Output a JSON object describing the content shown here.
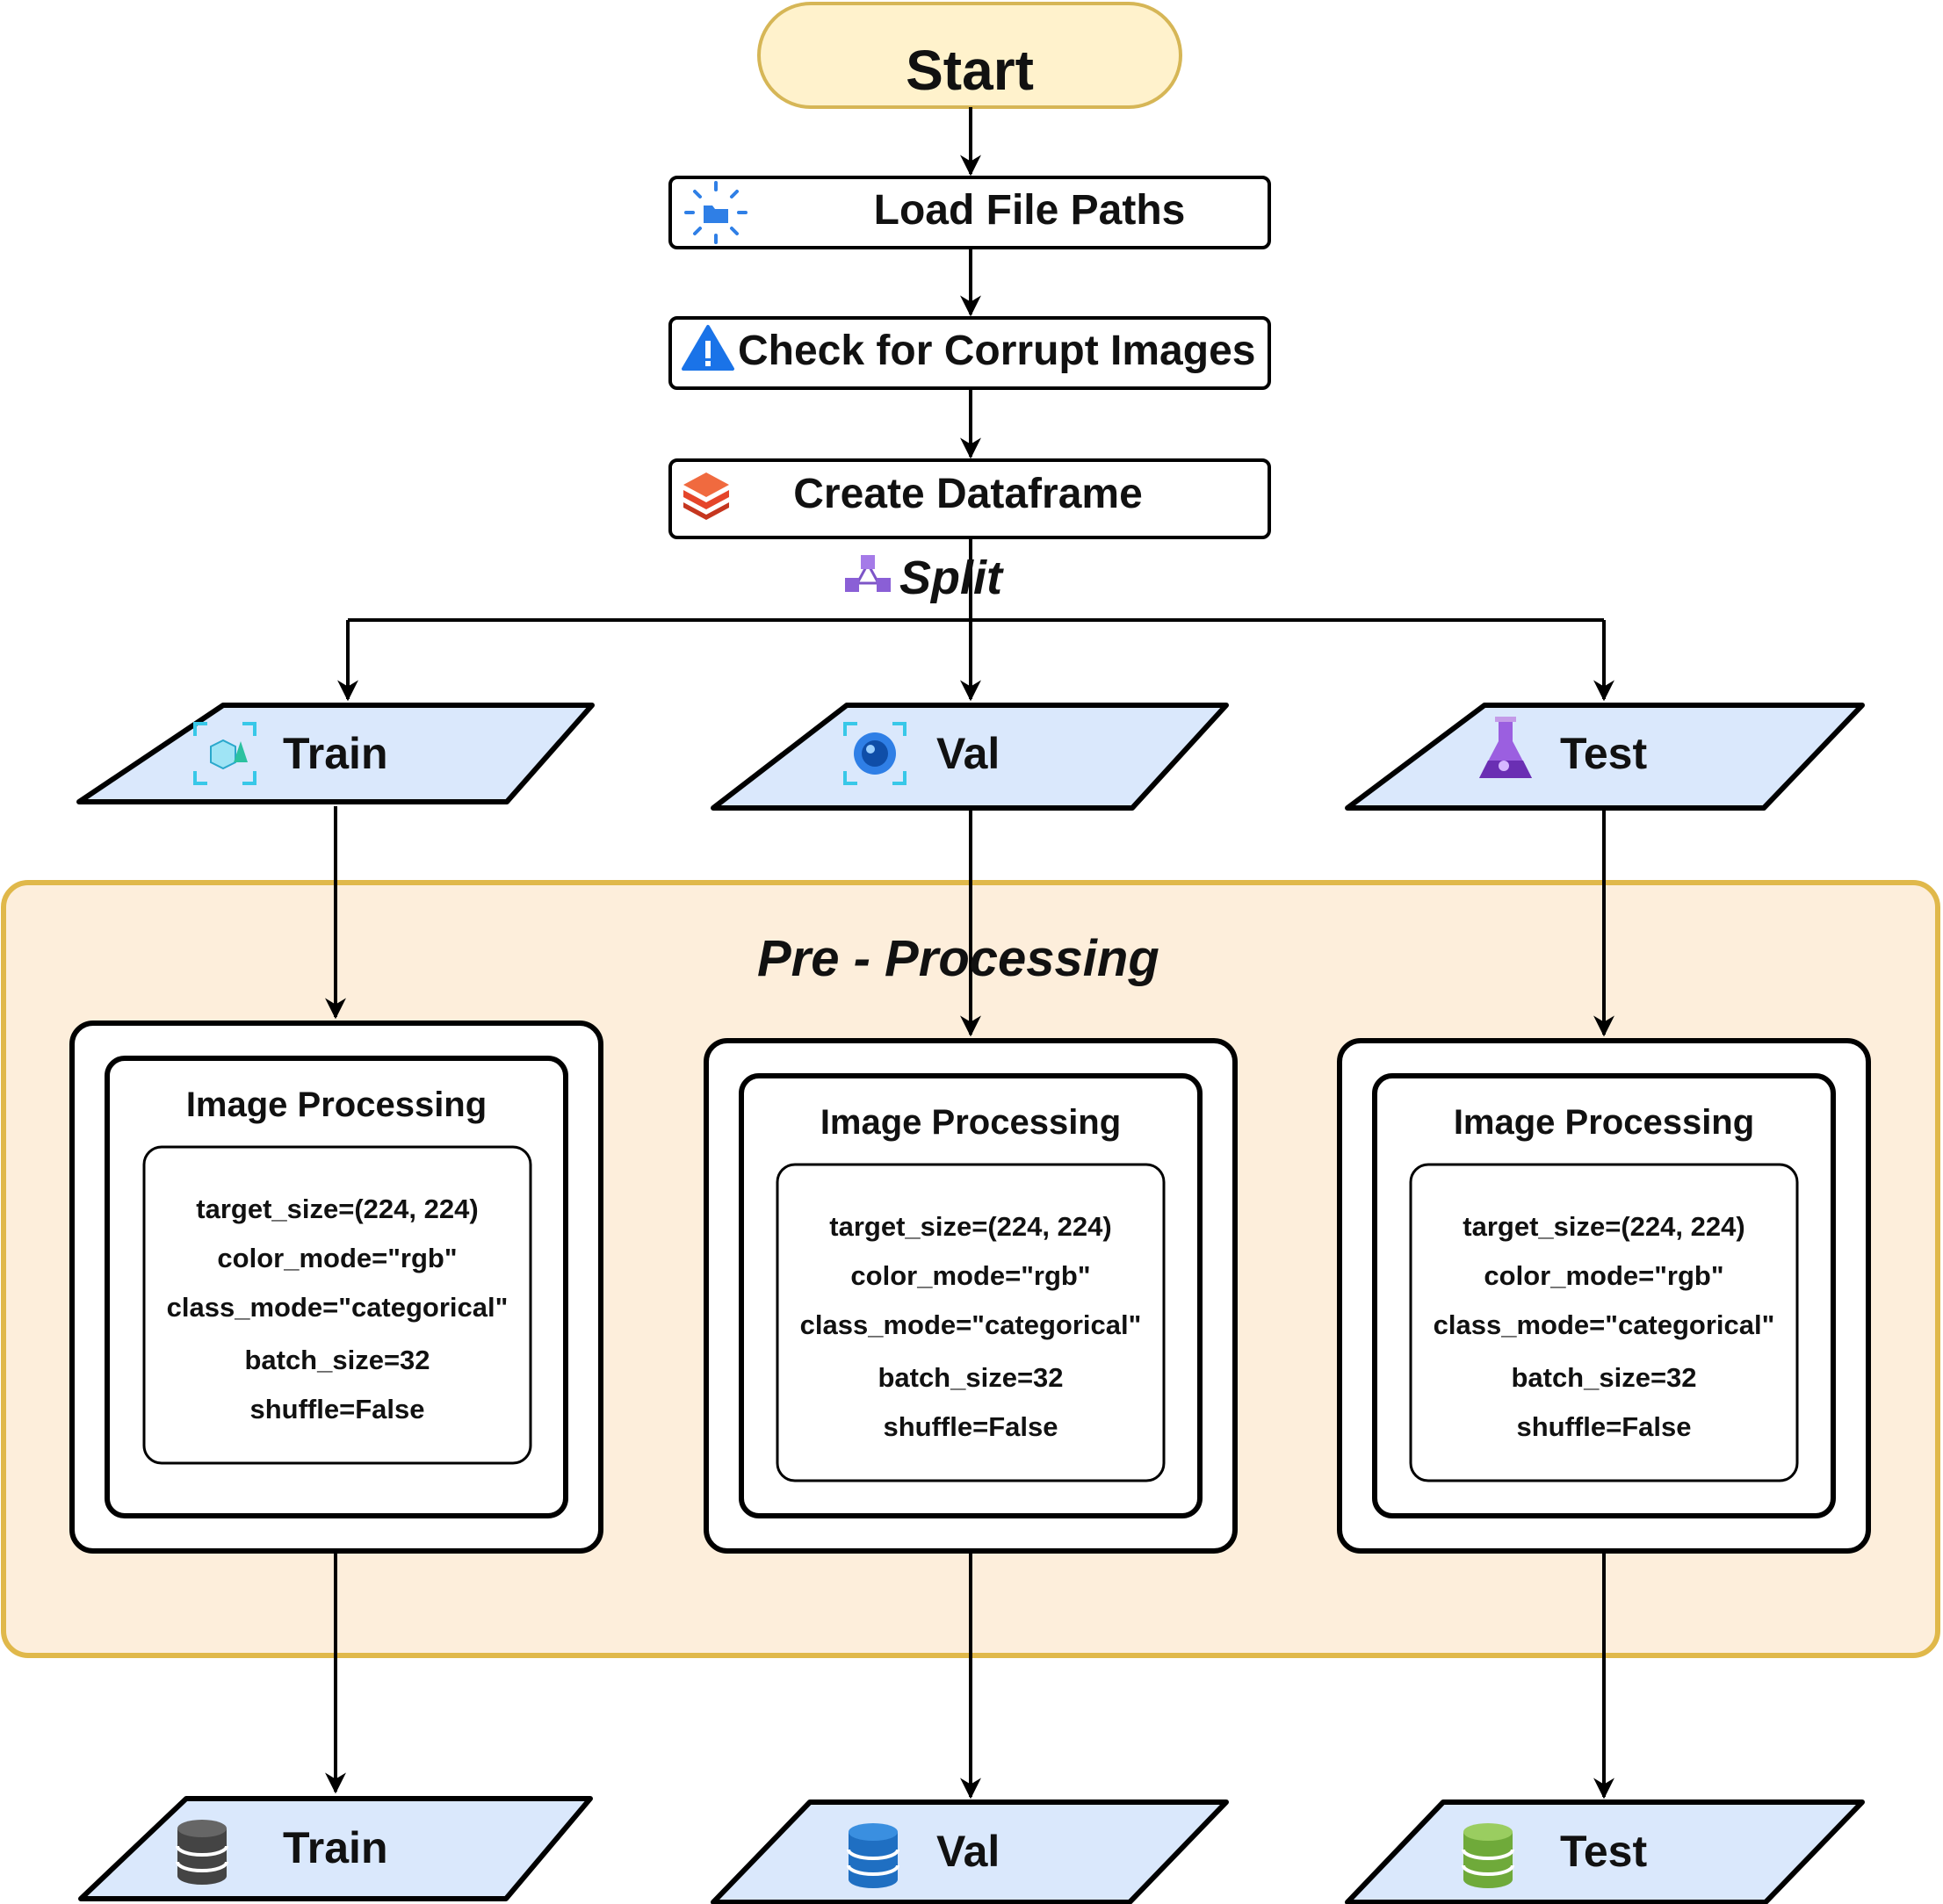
{
  "flow": {
    "start": "Start",
    "load_file_paths": "Load File Paths",
    "check_corrupt": "Check for Corrupt Images",
    "create_dataframe": "Create Dataframe",
    "split": "Split"
  },
  "splits": [
    {
      "label": "Train"
    },
    {
      "label": "Val"
    },
    {
      "label": "Test"
    }
  ],
  "preprocessing": {
    "title": "Pre - Processing",
    "blocks": [
      {
        "title": "Image Processing",
        "params": [
          "target_size=(224, 224)",
          "color_mode=\"rgb\"",
          "class_mode=\"categorical\"",
          "batch_size=32",
          "shuffle=False"
        ]
      },
      {
        "title": "Image Processing",
        "params": [
          "target_size=(224, 224)",
          "color_mode=\"rgb\"",
          "class_mode=\"categorical\"",
          "batch_size=32",
          "shuffle=False"
        ]
      },
      {
        "title": "Image Processing",
        "params": [
          "target_size=(224, 224)",
          "color_mode=\"rgb\"",
          "class_mode=\"categorical\"",
          "batch_size=32",
          "shuffle=False"
        ]
      }
    ]
  },
  "outputs": [
    {
      "label": "Train"
    },
    {
      "label": "Val"
    },
    {
      "label": "Test"
    }
  ],
  "icons": {
    "load": "folder-loading-icon",
    "check": "warning-triangle-icon",
    "create": "stacked-layers-icon",
    "split": "cubes-network-icon",
    "train_in": "3d-cube-scan-icon",
    "val_in": "camera-lens-icon",
    "test_in": "flask-icon",
    "train_out": "database-dark-icon",
    "val_out": "database-blue-icon",
    "test_out": "database-green-icon"
  },
  "colors": {
    "start_fill": "#fff2cc",
    "start_stroke": "#d6b656",
    "data_fill": "#dae8fc",
    "group_fill": "#fdeedb",
    "group_stroke": "#e0b84a",
    "warning": "#1a73e8",
    "layers": "#e5452a",
    "flask": "#7b3fc4",
    "db_dark": "#444444",
    "db_blue": "#1f6fc2",
    "db_green": "#7cb342"
  }
}
